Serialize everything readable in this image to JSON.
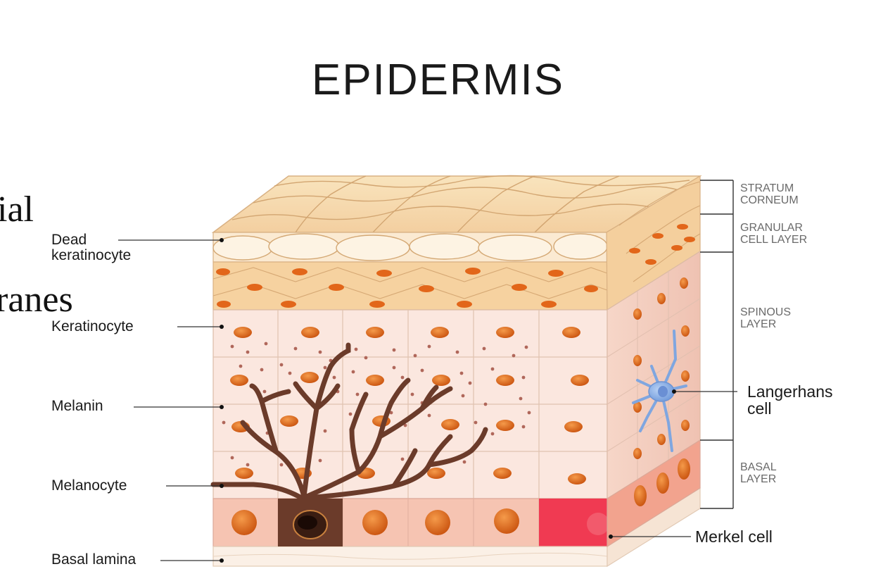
{
  "title": "EPIDERMIS",
  "background_text": [
    "ial",
    "ranes"
  ],
  "left_labels": {
    "dead_keratinocyte": [
      "Dead",
      "keratinocyte"
    ],
    "keratinocyte": "Keratinocyte",
    "melanin": "Melanin",
    "melanocyte": "Melanocyte",
    "basal_lamina": "Basal lamina"
  },
  "right_labels": {
    "stratum_corneum": [
      "STRATUM",
      "CORNEUM"
    ],
    "granular": [
      "GRANULAR",
      "CELL LAYER"
    ],
    "spinous": [
      "SPINOUS",
      "LAYER"
    ],
    "basal": [
      "BASAL",
      "LAYER"
    ],
    "langerhans": [
      "Langerhans",
      "cell"
    ],
    "merkel": "Merkel cell"
  },
  "colors": {
    "corneum": "#f7dcae",
    "cell_line": "#d8b48a",
    "spinous_bg": "#fbe6de",
    "basal_bg": "#f6c1ae",
    "nucleus": "#e06a1c",
    "melanocyte": "#6b3b2a",
    "langerhans": "#8fb4e8",
    "merkel": "#f0334a"
  }
}
